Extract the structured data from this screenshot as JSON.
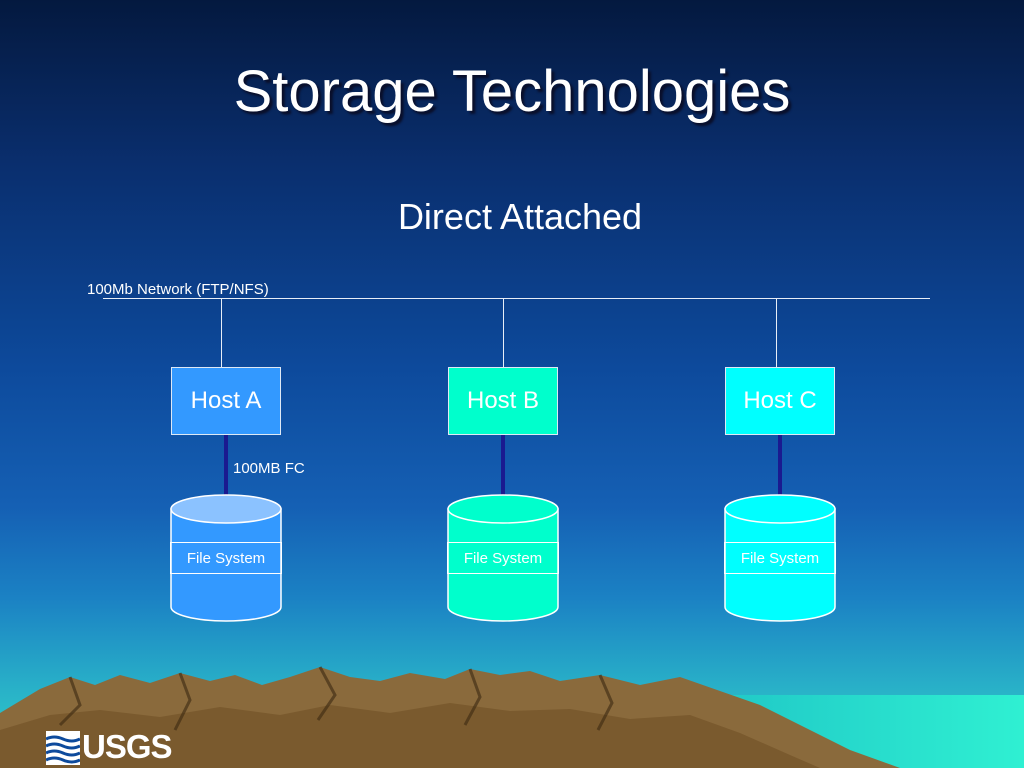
{
  "slide": {
    "title": "Storage Technologies",
    "subtitle": "Direct Attached"
  },
  "network": {
    "label": "100Mb Network (FTP/NFS)"
  },
  "link": {
    "label": "100MB FC"
  },
  "hosts": [
    {
      "label": "Host A",
      "color": "#3399ff",
      "drive_color": "#3399ff",
      "drive_top_color": "#8bc2ff",
      "drive_label": "File System"
    },
    {
      "label": "Host B",
      "color": "#00ffcc",
      "drive_color": "#00ffcc",
      "drive_top_color": "#00ffcc",
      "drive_label": "File System"
    },
    {
      "label": "Host C",
      "color": "#00ffff",
      "drive_color": "#00ffff",
      "drive_top_color": "#00ffff",
      "drive_label": "File System"
    }
  ],
  "logo": {
    "text": "USGS"
  },
  "colors": {
    "network_line": "#e8eef7",
    "fc_link": "#1a1a90",
    "mountain": "#7a5a2e"
  }
}
